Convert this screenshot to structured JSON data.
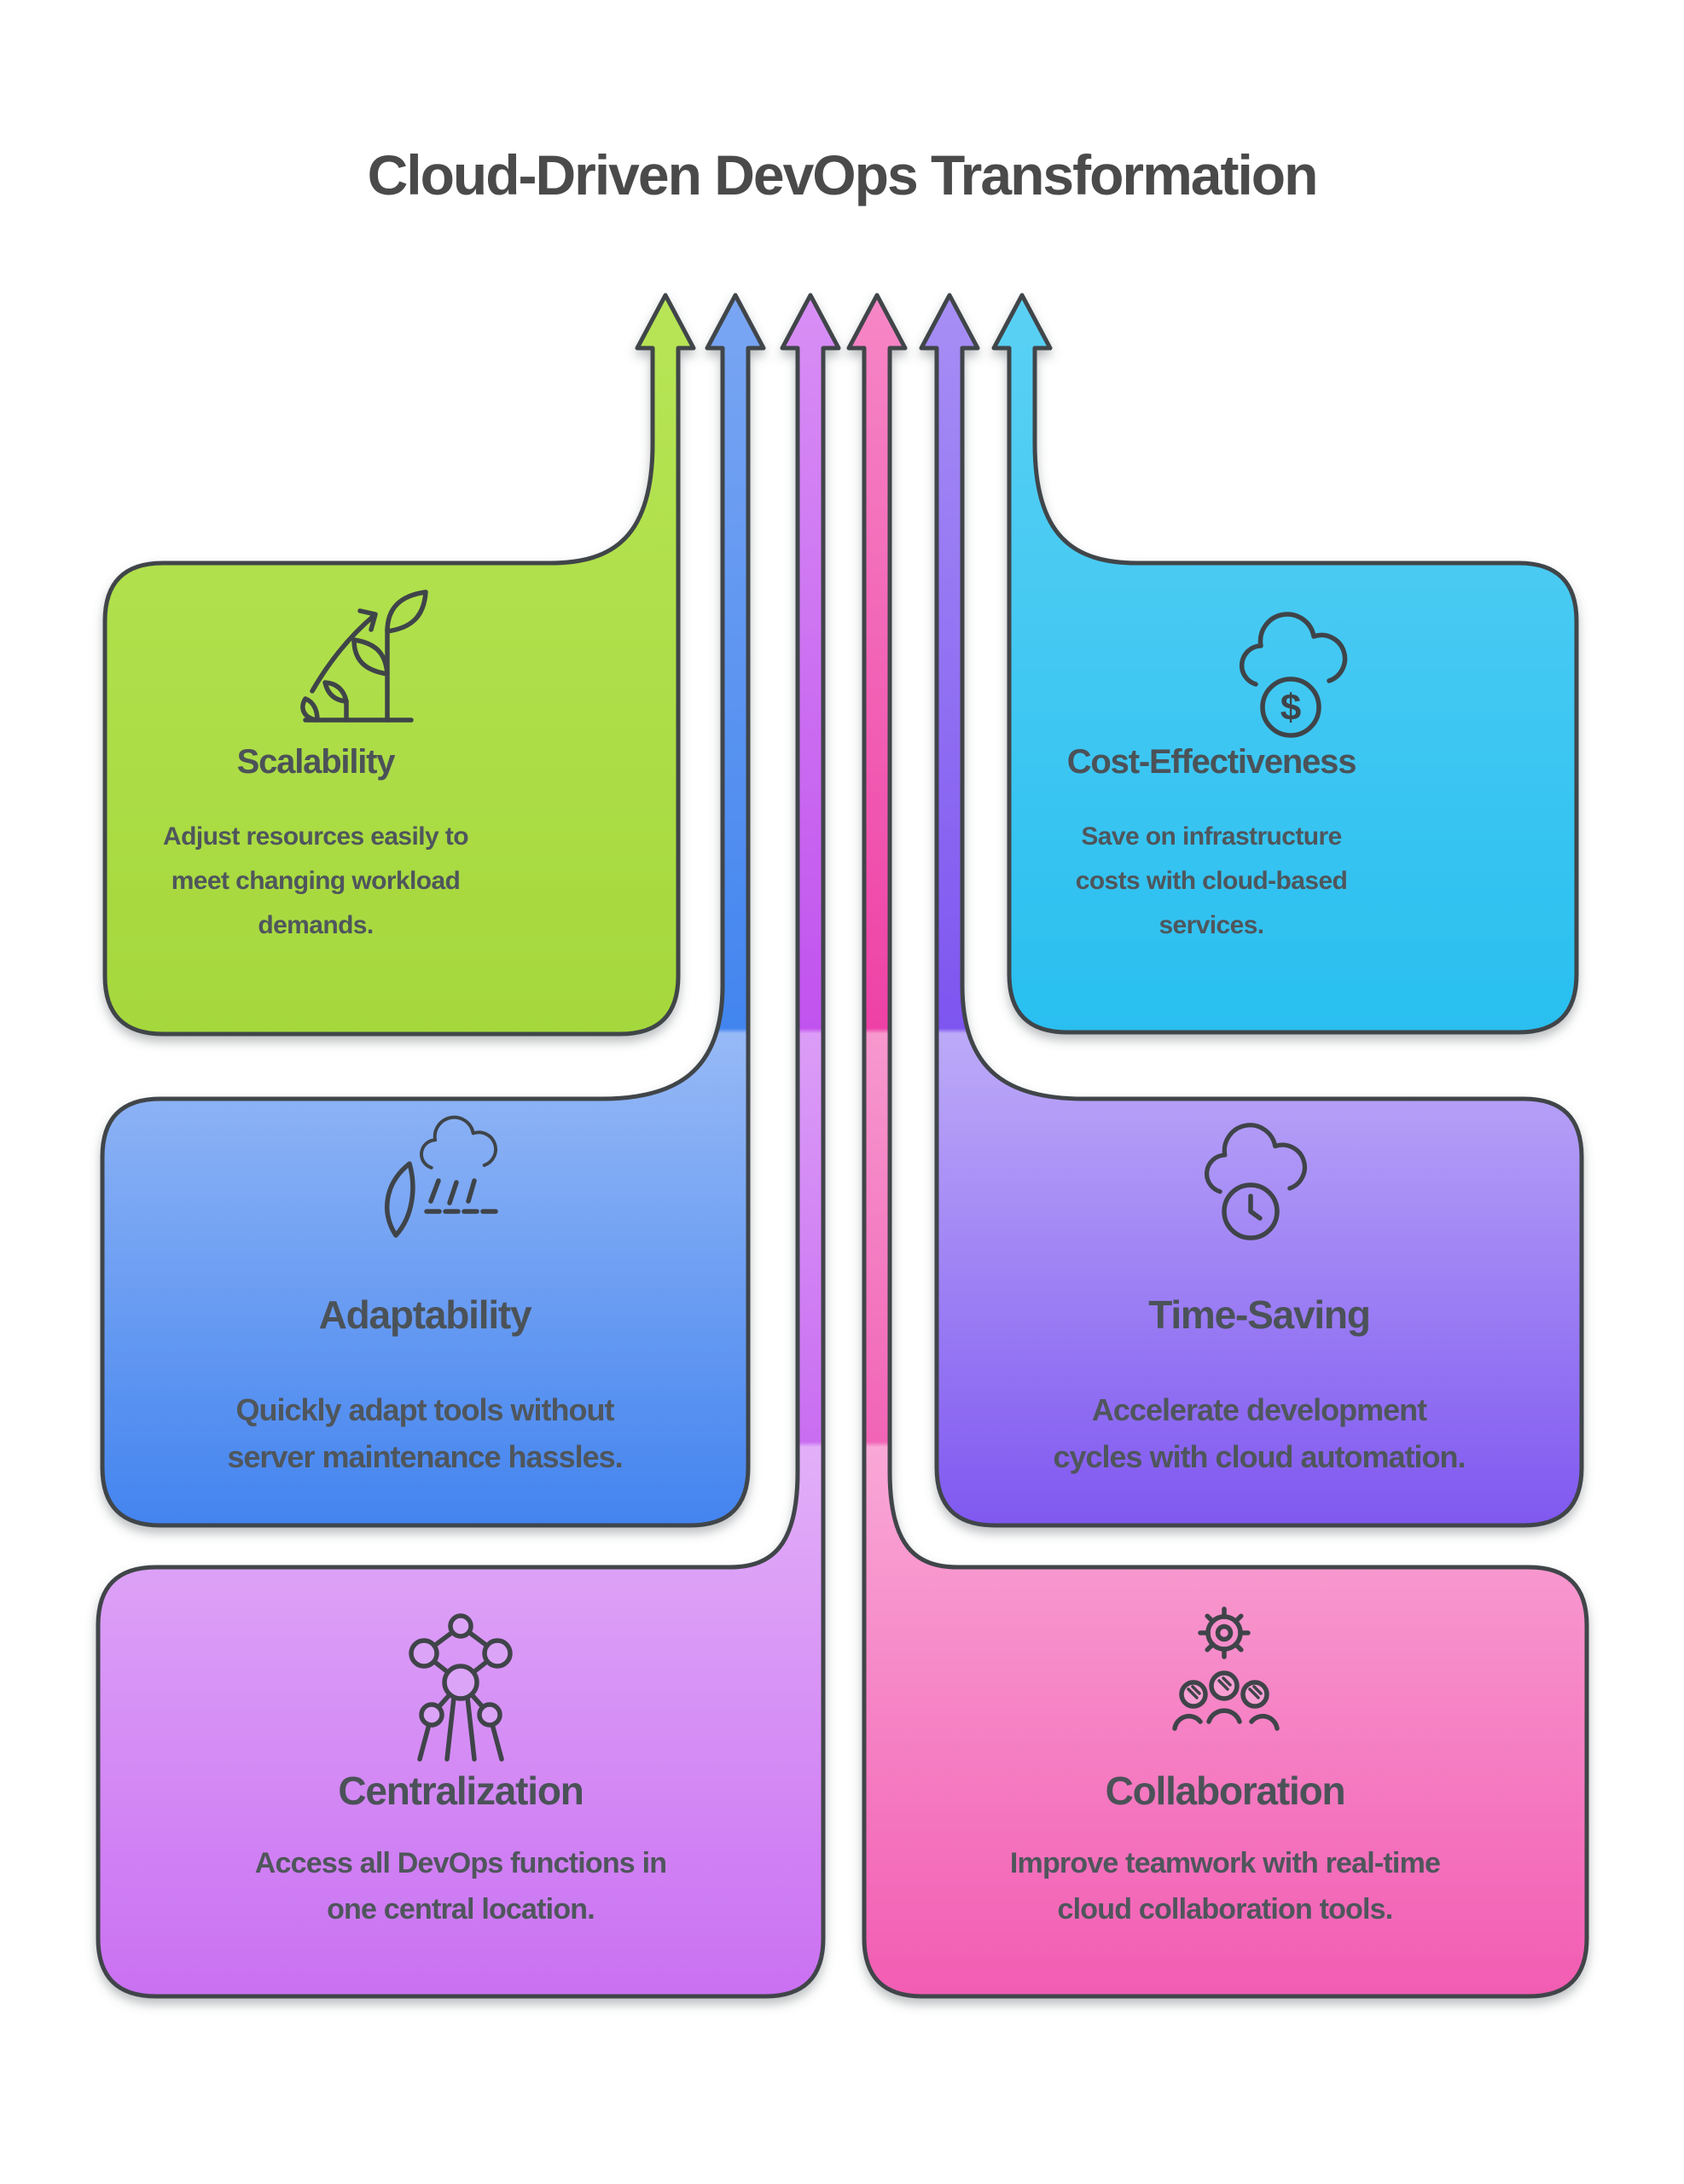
{
  "page": {
    "title": "Cloud-Driven DevOps Transformation"
  },
  "icons": {
    "dollar_glyph": "$"
  },
  "colors": {
    "background": "#ffffff",
    "outline": "#3f4449",
    "page_title_text": "#4a4a4a",
    "card_text": "#4b5258"
  },
  "benefits": [
    {
      "id": "scalability",
      "row": 1,
      "column": "left",
      "title": "Scalability",
      "description": "Adjust resources easily to\nmeet changing workload\ndemands.",
      "icon": "growth-plant-icon",
      "colors": {
        "head": "#b7e556",
        "box_bottom": "#a5d83c",
        "icon_fill": "#aede49"
      }
    },
    {
      "id": "cost-effectiveness",
      "row": 1,
      "column": "right",
      "title": "Cost-Effectiveness",
      "description": "Save on infrastructure\ncosts with cloud-based\nservices.",
      "icon": "cloud-dollar-icon",
      "colors": {
        "head": "#5bd1f4",
        "box_bottom": "#29bff0",
        "icon_fill": "#3ec9f3"
      }
    },
    {
      "id": "adaptability",
      "row": 2,
      "column": "left",
      "title": "Adaptability",
      "description": "Quickly adapt tools without\nserver maintenance hassles.",
      "icon": "wind-cloud-icon",
      "colors": {
        "head": "#7aa6f3",
        "mid_vivid": "#4285ef",
        "mid_light": "#97b9f6",
        "box_bottom": "#4384ef",
        "icon_fill": "#82a8f3"
      }
    },
    {
      "id": "time-saving",
      "row": 2,
      "column": "right",
      "title": "Time-Saving",
      "description": "Accelerate development\ncycles with cloud automation.",
      "icon": "cloud-clock-icon",
      "colors": {
        "head": "#a78ff5",
        "mid_vivid": "#7e55f0",
        "mid_light": "#bcaaf8",
        "box_bottom": "#8058f0",
        "icon_fill": "#b29cf7"
      }
    },
    {
      "id": "centralization",
      "row": 3,
      "column": "left",
      "title": "Centralization",
      "description": "Access all DevOps functions in\none central location.",
      "icon": "network-nodes-icon",
      "colors": {
        "head": "#d88ff5",
        "mid_vivid": "#c153ee",
        "mid_light": "#db9df7",
        "low_vivid": "#c96df1",
        "low_light": "#e2aff8",
        "box_bottom": "#ca70f2",
        "icon_fill": "#dca4f7"
      }
    },
    {
      "id": "collaboration",
      "row": 3,
      "column": "right",
      "title": "Collaboration",
      "description": "Improve teamwork with real-time\ncloud collaboration tools.",
      "icon": "team-gear-icon",
      "colors": {
        "head": "#f687c6",
        "mid_vivid": "#ee41a6",
        "mid_light": "#f798cf",
        "low_vivid": "#f164b6",
        "low_light": "#f9a8d7",
        "box_bottom": "#f25cb2",
        "icon_fill": "#f8a0d3"
      }
    }
  ]
}
